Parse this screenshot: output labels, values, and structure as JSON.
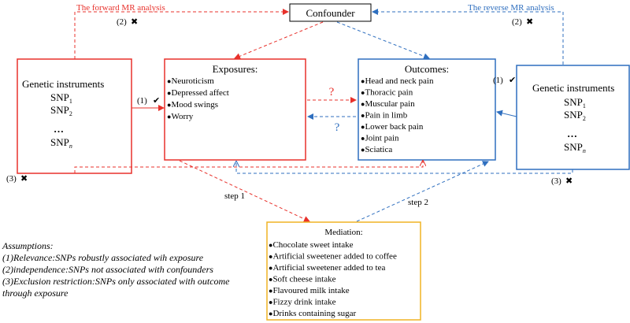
{
  "colors": {
    "forward": "#e8312b",
    "reverse": "#2f6fbf",
    "mediation": "#f0b323",
    "black": "#000000"
  },
  "top": {
    "forward_label": "The forward MR analysis",
    "reverse_label": "The reverse MR analysis",
    "confounder_label": "Confounder"
  },
  "markers": {
    "left_2": "(2)",
    "right_2": "(2)",
    "left_1": "(1)",
    "right_1": "(1)",
    "left_3": "(3)",
    "right_3": "(3)",
    "cross": "✖",
    "check": "✔",
    "question": "?"
  },
  "left_instruments": {
    "title": "Genetic instruments",
    "snp": "SNP",
    "sub1": "1",
    "sub2": "2",
    "ellipsis": "…",
    "subn": "n"
  },
  "right_instruments": {
    "title": "Genetic instruments",
    "snp": "SNP",
    "sub1": "1",
    "sub2": "2",
    "ellipsis": "…",
    "subn": "n"
  },
  "exposures": {
    "title": "Exposures:",
    "items": [
      "Neuroticism",
      "Depressed affect",
      "Mood swings",
      "Worry"
    ]
  },
  "outcomes": {
    "title": "Outcomes:",
    "items": [
      "Head and neck pain",
      "Thoracic pain",
      "Muscular pain",
      "Pain in limb",
      "Lower back pain",
      "Joint pain",
      "Sciatica"
    ]
  },
  "mediation": {
    "title": "Mediation:",
    "items": [
      "Chocolate sweet intake",
      "Artificial sweetener added to coffee",
      "Artificial sweetener added to tea",
      "Soft cheese intake",
      "Flavoured milk intake",
      "Fizzy drink intake",
      "Drinks containing sugar"
    ]
  },
  "steps": {
    "step1": "step 1",
    "step2": "step 2"
  },
  "assumptions": {
    "title": "Assumptions:",
    "lines": [
      "(1)Relevance:SNPs robustly associated wih exposure",
      "(2)independence:SNPs not associated with confounders",
      "(3)Exclusion restriction:SNPs only associated with outcome",
      "through exposure"
    ]
  }
}
